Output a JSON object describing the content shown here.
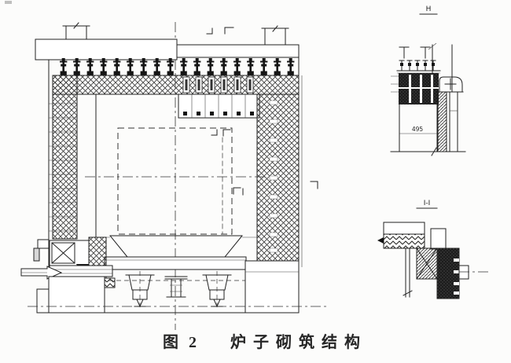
{
  "page": {
    "background": "#fcfcfb",
    "ink": "#222222"
  },
  "caption": {
    "figure_label": "图 2",
    "title": "炉子砌筑结构"
  },
  "details": {
    "top_right": {
      "label": "H",
      "dimension": "495"
    },
    "bottom_right": {
      "label": "I-I"
    }
  }
}
